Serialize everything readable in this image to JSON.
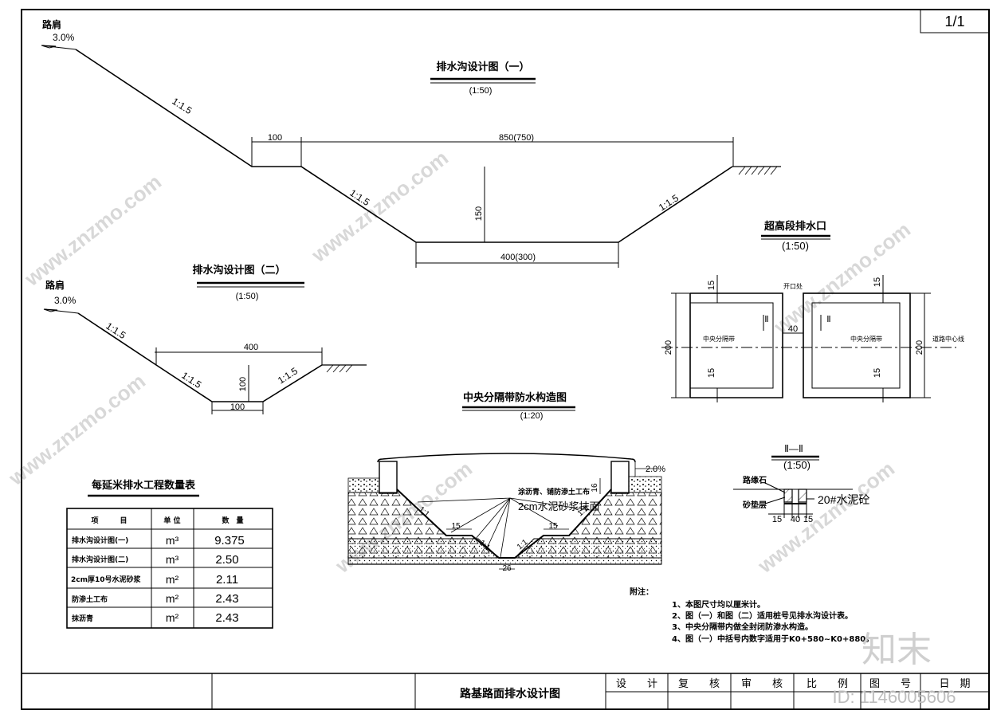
{
  "sheet_no": "1/1",
  "fig1": {
    "title": "排水沟设计图（一）",
    "scale": "(1:50)",
    "shoulder": "路肩",
    "shoulder_grade": "3.0%",
    "slope_outer": "1:1.5",
    "slope_left": "1:1.5",
    "slope_right": "1:1.5",
    "dim_berm": "100",
    "dim_top": "850(750)",
    "dim_depth": "150",
    "dim_bottom": "400(300)"
  },
  "fig2": {
    "title": "排水沟设计图（二）",
    "scale": "(1:50)",
    "shoulder": "路肩",
    "shoulder_grade": "3.0%",
    "slope_outer": "1:1.5",
    "slope_left": "1:1.5",
    "slope_right": "1:1.5",
    "dim_top": "400",
    "dim_depth": "100",
    "dim_bottom": "100"
  },
  "fig3": {
    "title": "超高段排水口",
    "scale": "(1:50)",
    "label_open": "开口处",
    "label_median": "中央分隔带",
    "label_centerline": "道路中心线",
    "section_mark": "Ⅱ",
    "dim_15": "15",
    "dim_40": "40",
    "dim_200": "200"
  },
  "fig4": {
    "title": "Ⅱ—Ⅱ",
    "scale": "(1:50)",
    "label_curb": "路缘石",
    "label_sand": "砂垫层",
    "label_concrete": "20#水泥砼",
    "dim_a": "15",
    "dim_b": "40",
    "dim_c": "15"
  },
  "fig5": {
    "title": "中央分隔带防水构造图",
    "scale": "(1:20)",
    "grade": "2.0%",
    "dim_16": "16",
    "dim_15": "15",
    "dim_26": "26",
    "slope": "1:1",
    "note_line1": "涂沥青、铺防渗土工布",
    "note_line2": "2cm水泥砂浆抹面"
  },
  "table": {
    "title": "每延米排水工程数量表",
    "headers": [
      "项　　　目",
      "单 位",
      "数　量"
    ],
    "rows": [
      {
        "item": "排水沟设计图(一)",
        "unit": "m³",
        "qty": "9.375"
      },
      {
        "item": "排水沟设计图(二)",
        "unit": "m³",
        "qty": "2.50"
      },
      {
        "item": "2cm厚10号水泥砂浆",
        "unit": "m²",
        "qty": "2.11"
      },
      {
        "item": "防渗土工布",
        "unit": "m²",
        "qty": "2.43"
      },
      {
        "item": "抹沥青",
        "unit": "m²",
        "qty": "2.43"
      }
    ]
  },
  "notes": {
    "heading": "附注：",
    "items": [
      "1、本图尺寸均以厘米计。",
      "2、图（一）和图（二）适用桩号见排水沟设计表。",
      "3、中央分隔带内做全封闭防渗水构造。",
      "4、图（一）中括号内数字适用于K0+580~K0+880。"
    ]
  },
  "title_block": {
    "drawing_title": "路基路面排水设计图",
    "design": "设　　计",
    "review": "复　　核",
    "approve": "审　　核",
    "scale": "比　　例",
    "drawing_no": "图　　号",
    "date": "日　期"
  },
  "watermark": {
    "site": "www.znzmo.com",
    "brand": "知末",
    "id_label": "ID: 1146005606"
  }
}
